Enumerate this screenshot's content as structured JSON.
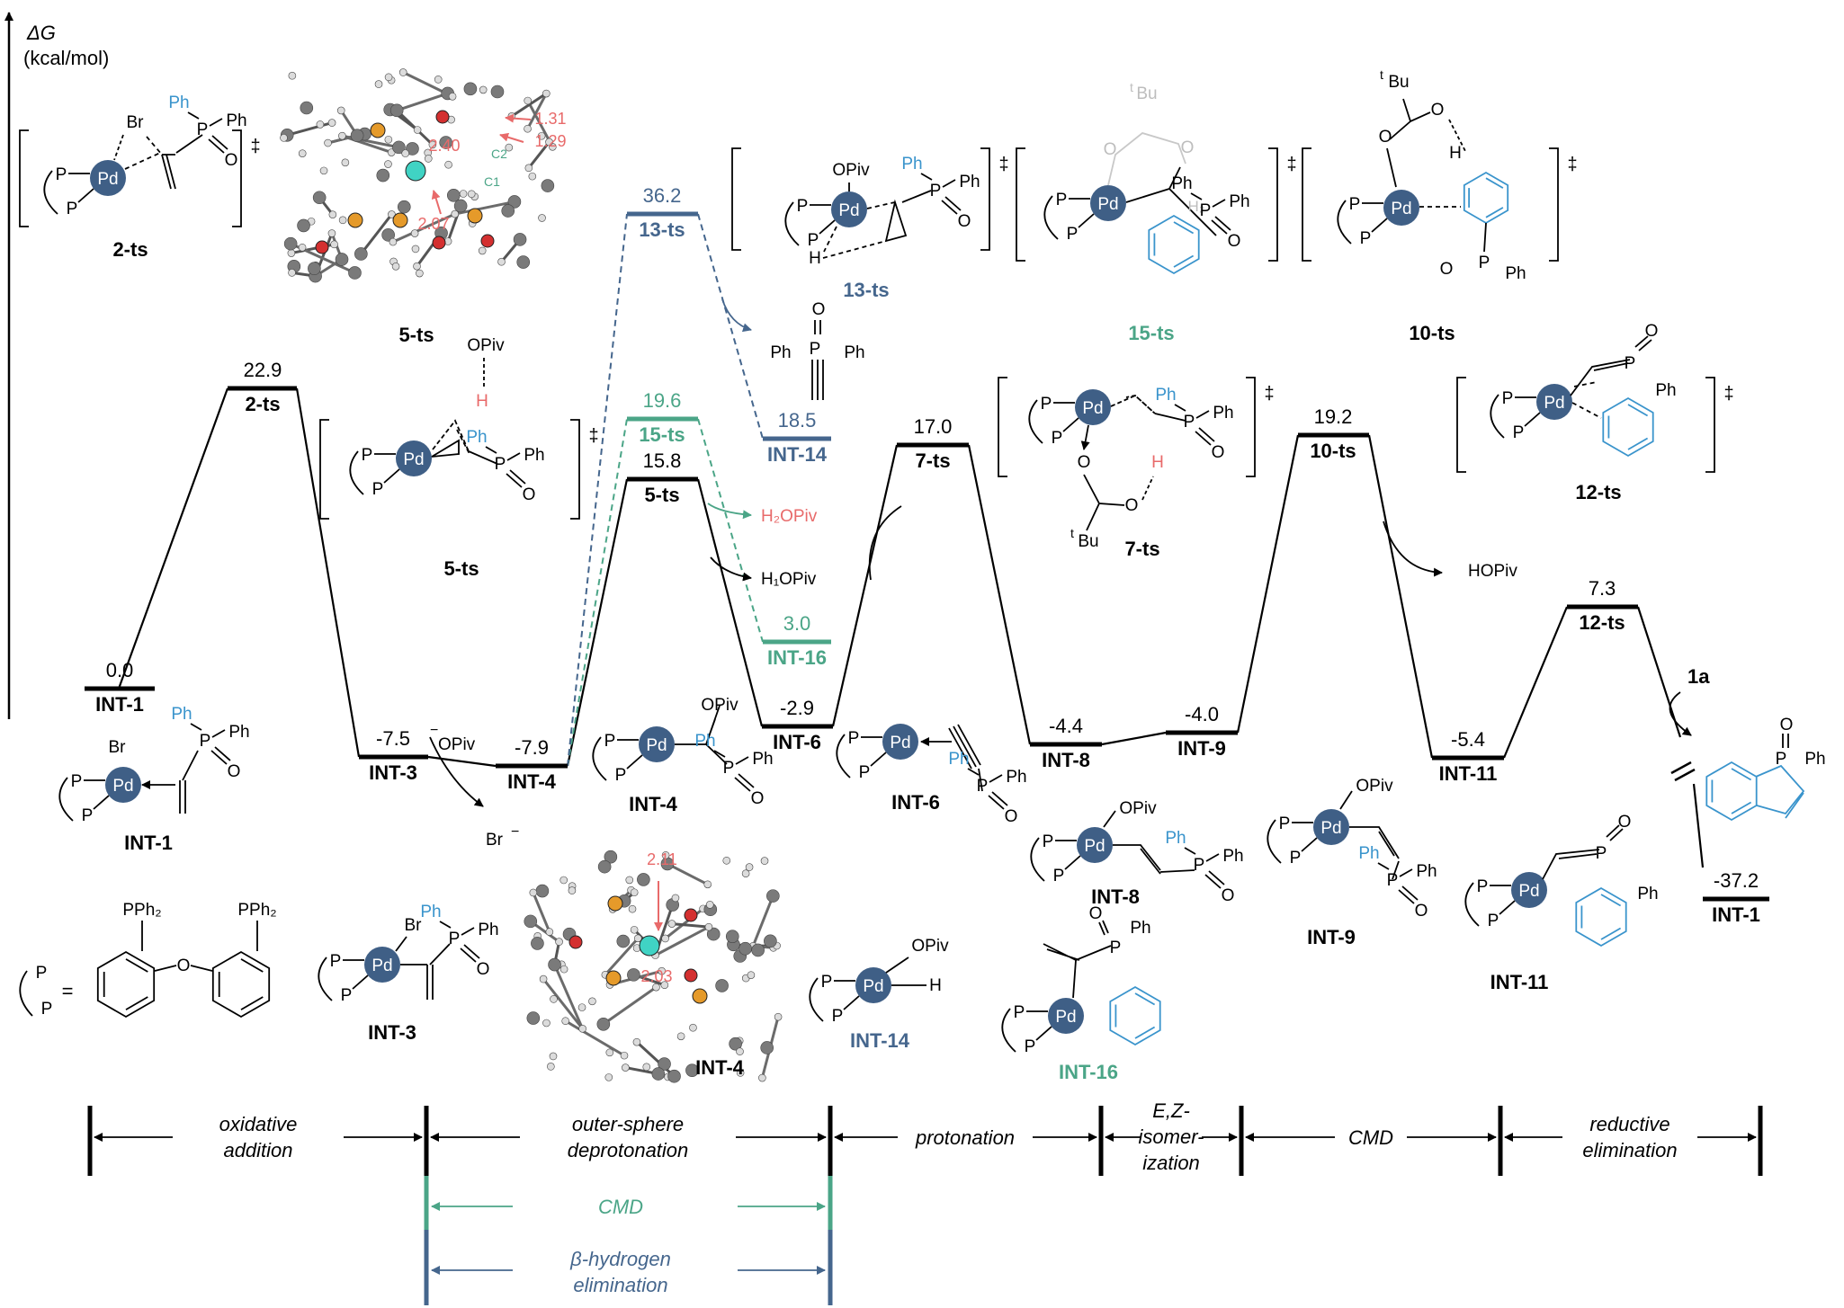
{
  "axis": {
    "title": "ΔG",
    "unit": "(kcal/mol)"
  },
  "colors": {
    "main": "#000000",
    "blue": "#45668d",
    "green": "#4ba587",
    "red": "#e86a6a",
    "pd": "#3f5f86",
    "ring": "#3a94cc",
    "ts_text": "#3a94cc"
  },
  "chart_data": {
    "type": "energy-profile",
    "unit": "kcal/mol",
    "main_path": [
      {
        "name": "INT-1",
        "energy": "0.0"
      },
      {
        "name": "2-ts",
        "energy": "22.9"
      },
      {
        "name": "INT-3",
        "energy": "-7.5"
      },
      {
        "name": "INT-4",
        "energy": "-7.9"
      },
      {
        "name": "5-ts",
        "energy": "15.8"
      },
      {
        "name": "INT-6",
        "energy": "-2.9"
      },
      {
        "name": "7-ts",
        "energy": "17.0"
      },
      {
        "name": "INT-8",
        "energy": "-4.4"
      },
      {
        "name": "INT-9",
        "energy": "-4.0"
      },
      {
        "name": "10-ts",
        "energy": "19.2"
      },
      {
        "name": "INT-11",
        "energy": "-5.4"
      },
      {
        "name": "12-ts",
        "energy": "7.3"
      },
      {
        "name": "INT-1",
        "energy": "-37.2"
      }
    ],
    "green_path": [
      {
        "name": "15-ts",
        "energy": "19.6"
      },
      {
        "name": "INT-16",
        "energy": "3.0"
      }
    ],
    "blue_path": [
      {
        "name": "13-ts",
        "energy": "36.2"
      },
      {
        "name": "INT-14",
        "energy": "18.5"
      }
    ]
  },
  "byproducts": {
    "opiv_anion": "OPiv",
    "br_anion": "Br",
    "h1opiv": "H₁OPiv",
    "h2opiv": "H₂OPiv",
    "hopiv": "HOPiv",
    "alkyne_label": "1a"
  },
  "ts_labels": {
    "ts2": "2-ts",
    "ts5": "5-ts",
    "ts5_3d": "5-ts",
    "ts13": "13-ts",
    "ts15": "15-ts",
    "ts10": "10-ts",
    "ts7": "7-ts",
    "ts12": "12-ts",
    "dagger": "‡"
  },
  "struct_labels": {
    "int1": "INT-1",
    "int3": "INT-3",
    "int4": "INT-4",
    "int4_3d": "INT-4",
    "int6": "INT-6",
    "int8": "INT-8",
    "int9": "INT-9",
    "int11": "INT-11",
    "int14": "INT-14",
    "int16": "INT-16",
    "p_eq": "="
  },
  "atoms": {
    "pd": "Pd",
    "p": "P",
    "ph": "Ph",
    "o": "O",
    "br": "Br",
    "h": "H",
    "opiv": "OPiv",
    "tbu": "Bu",
    "t": "t",
    "pph2": "PPh₂",
    "h1": "H",
    "one": "1",
    "h2": "H₂"
  },
  "geometry_labels": {
    "d131": "1.31",
    "d129": "1.29",
    "d240": "2.40",
    "d207": "2.07",
    "c1": "C1",
    "c2": "C2",
    "d211": "2.11",
    "d203": "2.03"
  },
  "stages": [
    {
      "line1": "oxidative",
      "line2": "addition",
      "line3": ""
    },
    {
      "line1": "outer-sphere",
      "line2": "deprotonation",
      "line3": ""
    },
    {
      "line1": "protonation",
      "line2": "",
      "line3": ""
    },
    {
      "line1": "E,Z-",
      "line2": "isomer-",
      "line3": "ization"
    },
    {
      "line1": "CMD",
      "line2": "",
      "line3": ""
    },
    {
      "line1": "reductive",
      "line2": "elimination",
      "line3": ""
    }
  ],
  "alt_stages": [
    {
      "label": "CMD",
      "line2": ""
    },
    {
      "label": "β-hydrogen",
      "line2": "elimination"
    }
  ]
}
